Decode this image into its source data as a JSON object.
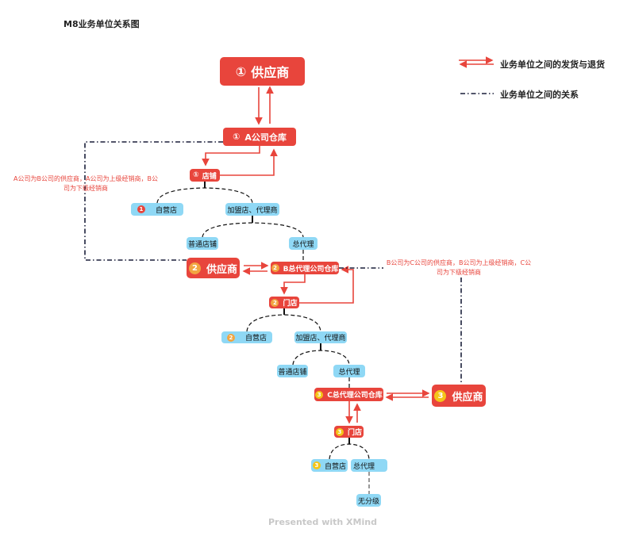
{
  "title": "M8业务单位关系图",
  "legend": {
    "shipping": "业务单位之间的发货与退货",
    "relation": "业务单位之间的关系"
  },
  "nodes": {
    "supplier1": {
      "num": "①",
      "label": "供应商"
    },
    "a_warehouse": {
      "num": "①",
      "label": "A公司仓库"
    },
    "a_shop": {
      "num": "①",
      "label": "店铺"
    },
    "a_self": {
      "num": "1",
      "label": "自营店"
    },
    "a_franchise": {
      "label": "加盟店、代理商"
    },
    "a_normal": {
      "label": "普通店铺"
    },
    "a_agent": {
      "label": "总代理"
    },
    "supplier2": {
      "num": "2",
      "label": "供应商"
    },
    "b_warehouse": {
      "num": "2",
      "label": "B总代理公司仓库"
    },
    "b_store": {
      "num": "2",
      "label": "门店"
    },
    "b_self": {
      "num": "2",
      "label": "自营店"
    },
    "b_franchise": {
      "label": "加盟店、代理商"
    },
    "b_normal": {
      "label": "普通店铺"
    },
    "b_agent": {
      "label": "总代理"
    },
    "c_warehouse": {
      "num": "3",
      "label": "C总代理公司仓库"
    },
    "supplier3": {
      "num": "3",
      "label": "供应商"
    },
    "c_store": {
      "num": "3",
      "label": "门店"
    },
    "c_self": {
      "num": "3",
      "label": "自营店"
    },
    "c_agent": {
      "label": "总代理"
    },
    "c_none": {
      "label": "无分级"
    }
  },
  "notes": {
    "ab": "A公司为B公司的供应商，A公司为上级经销商，B公司为下级经销商",
    "bc": "B公司为C公司的供应商，B公司为上级经销商，C公司为下级经销商"
  },
  "colors": {
    "red": "#e8453c",
    "blue": "#8fd8f5",
    "line": "#1a1f3a"
  },
  "footer": "Presented with XMind"
}
